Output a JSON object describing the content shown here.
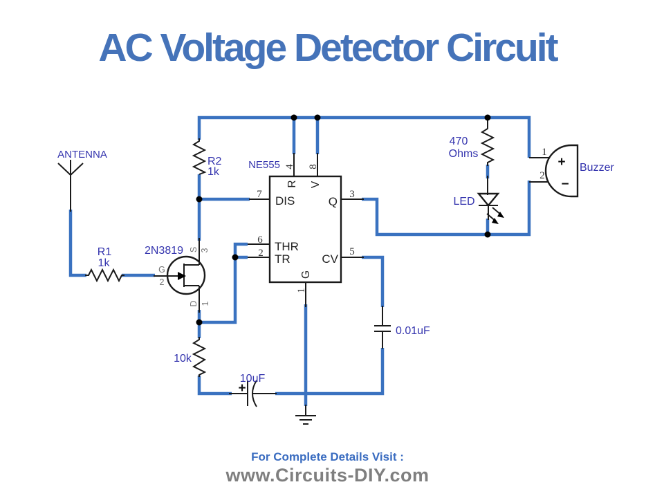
{
  "title": "AC Voltage Detector Circuit",
  "footer": {
    "visit_line": "For Complete Details Visit :",
    "site": "www.Circuits-DIY.com"
  },
  "colors": {
    "wire_blue": "#3a72c0",
    "label_indigo": "#3434ae",
    "title_blue": "#4573b9",
    "footer_blue": "#3a6cc0",
    "footer_gray": "#7f7f7f",
    "component_black": "#1a1a1a"
  },
  "labels": {
    "antenna": "ANTENNA",
    "r1_name": "R1",
    "r1_value": "1k",
    "r2_name": "R2",
    "r2_value": "1k",
    "jfet_part": "2N3819",
    "jfet_gate": "G",
    "jfet_gate_pin": "2",
    "jfet_source": "S",
    "jfet_source_pin": "3",
    "jfet_drain": "D",
    "jfet_drain_pin": "1",
    "ic_part": "NE555",
    "ic_reset": "R",
    "ic_reset_pin": "4",
    "ic_vcc": "V",
    "ic_vcc_pin": "8",
    "ic_dis": "DIS",
    "ic_dis_pin": "7",
    "ic_out": "Q",
    "ic_out_pin": "3",
    "ic_thr": "THR",
    "ic_thr_pin": "6",
    "ic_tr": "TR",
    "ic_tr_pin": "2",
    "ic_cv": "CV",
    "ic_cv_pin": "5",
    "ic_gnd": "G",
    "ic_gnd_pin": "1",
    "r3_value_line1": "470",
    "r3_value_line2": "Ohms",
    "led": "LED",
    "r4_value": "10k",
    "c1_value": "10uF",
    "c1_plus": "+",
    "c2_value": "0.01uF",
    "buzzer": "Buzzer",
    "buzzer_pin1": "1",
    "buzzer_pin2": "2",
    "buzzer_plus": "+",
    "buzzer_minus": "−"
  }
}
